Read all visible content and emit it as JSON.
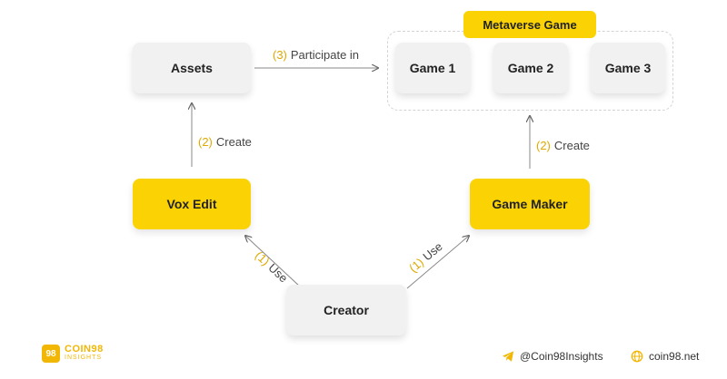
{
  "nodes": {
    "assets": "Assets",
    "vox_edit": "Vox Edit",
    "creator": "Creator",
    "game_maker": "Game Maker",
    "game1": "Game 1",
    "game2": "Game 2",
    "game3": "Game 3"
  },
  "group": {
    "label": "Metaverse Game"
  },
  "edges": {
    "participate": {
      "num": "(3)",
      "text": "Participate in"
    },
    "create_left": {
      "num": "(2)",
      "text": "Create"
    },
    "create_right": {
      "num": "(2)",
      "text": "Create"
    },
    "use_left": {
      "num": "(1)",
      "text": "Use"
    },
    "use_right": {
      "num": "(1)",
      "text": "Use"
    }
  },
  "footer": {
    "logo_mark": "98",
    "logo_name": "COIN98",
    "logo_sub": "INSIGHTS",
    "telegram": "@Coin98Insights",
    "website": "coin98.net"
  },
  "colors": {
    "accent": "#fbd305",
    "node_gray": "#f1f1f1",
    "label_number": "#e0a800"
  }
}
